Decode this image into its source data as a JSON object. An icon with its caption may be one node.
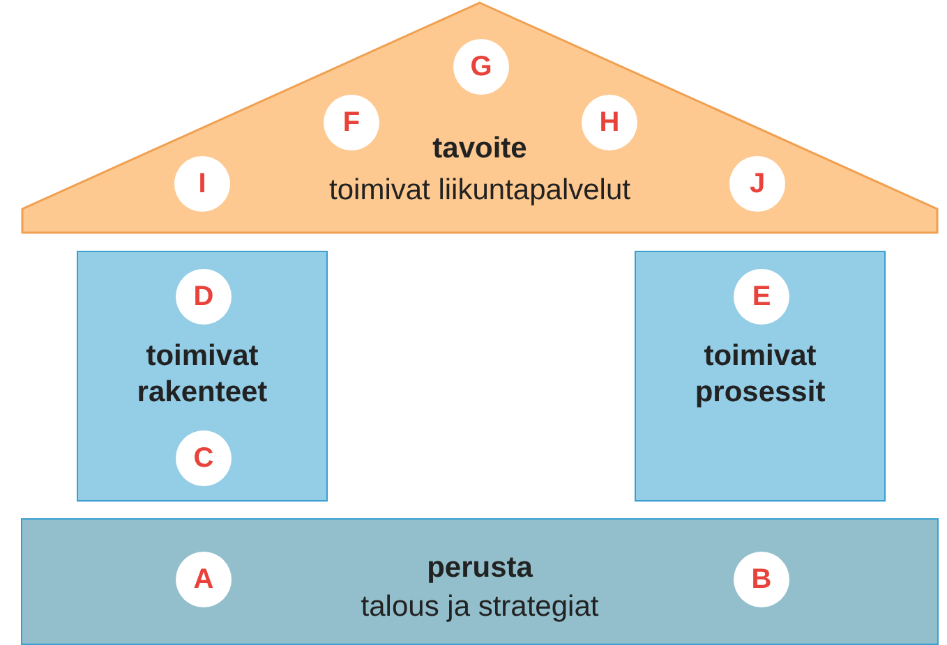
{
  "diagram": {
    "nodes": [
      {
        "text": [
          "tavoite",
          "toimivat liikuntapalvelut"
        ]
      },
      {
        "text": [
          "G"
        ],
        "in": 0
      },
      {
        "text": [
          "F"
        ],
        "in": 0
      },
      {
        "text": [
          "H"
        ],
        "in": 0
      },
      {
        "text": [
          "I"
        ],
        "in": 0
      },
      {
        "text": [
          "J"
        ],
        "in": 0
      },
      {
        "text": [
          "toimivat rakenteet"
        ]
      },
      {
        "text": [
          "D"
        ],
        "in": 6
      },
      {
        "text": [
          "C"
        ],
        "in": 6
      },
      {
        "text": [
          "toimivat prosessit"
        ]
      },
      {
        "text": [
          "E"
        ],
        "in": 9
      },
      {
        "text": [
          "perusta",
          "talous ja strategiat"
        ]
      },
      {
        "text": [
          "A"
        ],
        "in": 11
      },
      {
        "text": [
          "B"
        ],
        "in": 11
      }
    ],
    "edges": []
  }
}
